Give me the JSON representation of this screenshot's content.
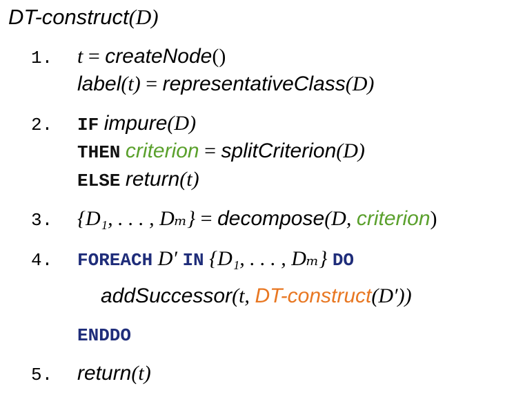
{
  "title": {
    "name": "DT-construct",
    "arg": "(D)"
  },
  "steps": {
    "s1": {
      "number": "1.",
      "var": "t",
      "eq": "=",
      "func": "createNode",
      "parens": "()",
      "label_func": "label",
      "label_arg": "(t)",
      "label_eq": "=",
      "rep_func": "representativeClass",
      "rep_arg": "(D)"
    },
    "s2": {
      "number": "2.",
      "if_kw": "IF",
      "impure_func": "impure",
      "impure_arg": "(D)",
      "then_kw": "THEN",
      "criterion": "criterion",
      "eq": "=",
      "split_func": "splitCriterion",
      "split_arg": "(D)",
      "else_kw": "ELSE",
      "return_func": "return",
      "return_arg": "(t)"
    },
    "s3": {
      "number": "3.",
      "set": "{D₁, . . . , Dₘ}",
      "eq": "=",
      "decompose_func": "decompose",
      "decompose_open": "(D, ",
      "criterion": "criterion",
      "decompose_close": ")"
    },
    "s4": {
      "number": "4.",
      "foreach_kw": "FOREACH",
      "dprime": "D′",
      "in_kw": "IN",
      "set": "{D₁, . . . , Dₘ}",
      "do_kw": "DO",
      "add_func": "addSuccessor",
      "add_open": "(t, ",
      "dt_func": "DT-construct",
      "dt_arg": "(D′))",
      "enddo_kw": "ENDDO"
    },
    "s5": {
      "number": "5.",
      "return_func": "return",
      "return_arg": "(t)"
    }
  },
  "colors": {
    "keyword": "#1f2d7a",
    "criterion": "#5aa02c",
    "recursive_call": "#e87722",
    "text": "#000000"
  }
}
